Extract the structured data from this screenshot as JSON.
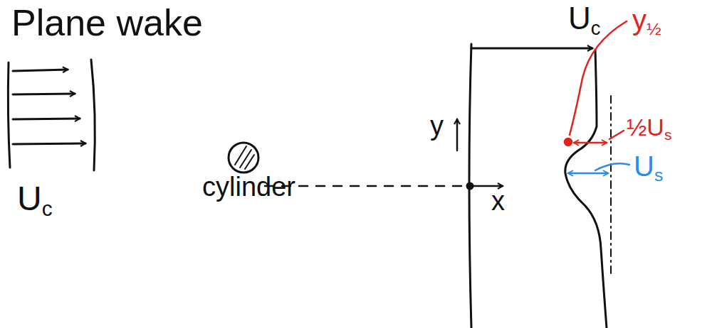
{
  "diagram": {
    "title": "Plane wake",
    "labels": [
      "Uc",
      "y½",
      "½Us",
      "Us",
      "y",
      "x",
      "cylinder",
      "Uc"
    ]
  }
}
